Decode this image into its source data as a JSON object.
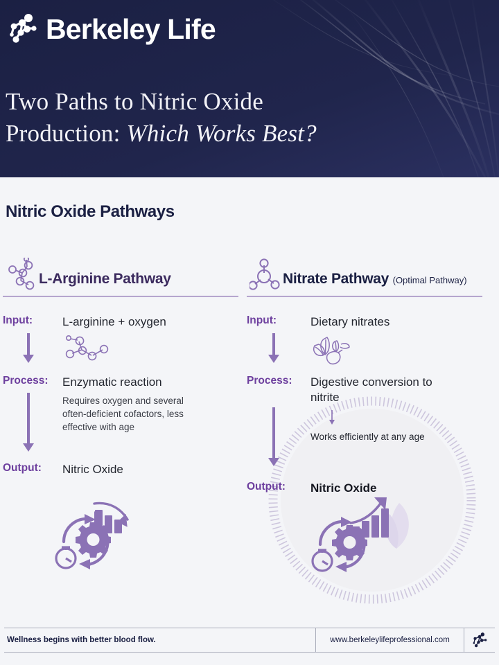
{
  "brand": {
    "name": "Berkeley Life",
    "logo_icon": "molecule-logo-icon",
    "navy": "#1b2043",
    "purple": "#6d3f9e",
    "light_purple": "#8b72b5",
    "page_bg": "#f4f5f8"
  },
  "header": {
    "headline_line1": "Two Paths to Nitric Oxide",
    "headline_line2_plain": "Production: ",
    "headline_line2_italic": "Which Works Best?"
  },
  "section": {
    "title": "Nitric Oxide Pathways"
  },
  "pathways": [
    {
      "id": "l-arginine",
      "title": "L-Arginine Pathway",
      "badge": "",
      "molecule_icon": "molecule-chain-icon",
      "rows": [
        {
          "label": "Input:",
          "value": "L-arginine + oxygen",
          "icon": "molecule-icon",
          "sub": ""
        },
        {
          "label": "Process:",
          "value": "Enzymatic reaction",
          "icon": "",
          "sub": "Requires oxygen and several often-deficient cofactors, less effective with age"
        },
        {
          "label": "Output:",
          "value": "Nitric Oxide",
          "icon": "",
          "sub": "",
          "emphasis": false
        }
      ],
      "illustration": {
        "icon": "gear-cycle-declining-bars-stopwatch-icon",
        "trend": "declining",
        "bars": [
          26,
          18,
          14,
          10
        ]
      }
    },
    {
      "id": "nitrate",
      "title": "Nitrate Pathway",
      "badge": "(Optimal Pathway)",
      "molecule_icon": "molecule-triad-icon",
      "rows": [
        {
          "label": "Input:",
          "value": "Dietary nitrates",
          "icon": "beet-greens-icon",
          "sub": ""
        },
        {
          "label": "Process:",
          "value": "Digestive conversion to nitrite",
          "icon": "",
          "sub": "Works efficiently at any age"
        },
        {
          "label": "Output:",
          "value": "Nitric Oxide",
          "icon": "",
          "sub": "",
          "emphasis": true
        }
      ],
      "illustration": {
        "icon": "gear-cycle-rising-bars-stopwatch-leaf-icon",
        "trend": "rising",
        "bars": [
          10,
          16,
          22,
          30
        ]
      }
    }
  ],
  "footer": {
    "tagline": "Wellness begins with better blood flow.",
    "url": "www.berkeleylifeprofessional.com",
    "logo_icon": "molecule-logo-icon"
  }
}
